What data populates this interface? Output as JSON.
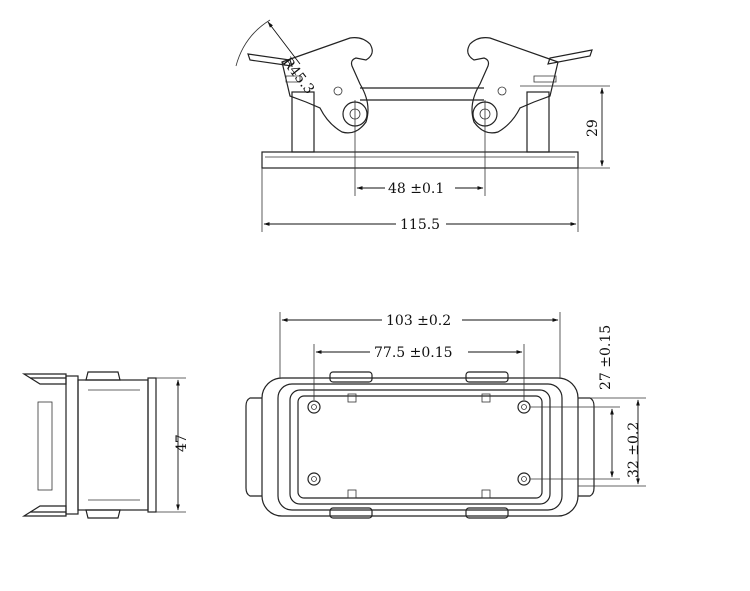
{
  "dimensions": {
    "radius": "R45.3",
    "height_top": "29",
    "pitch_top": "48 ±0.1",
    "width_total": "115.5",
    "width_103": "103 ±0.2",
    "pitch_775": "77.5 ±0.15",
    "vert_27": "27 ±0.15",
    "vert_32": "32 ±0.2",
    "side_47": "47"
  }
}
